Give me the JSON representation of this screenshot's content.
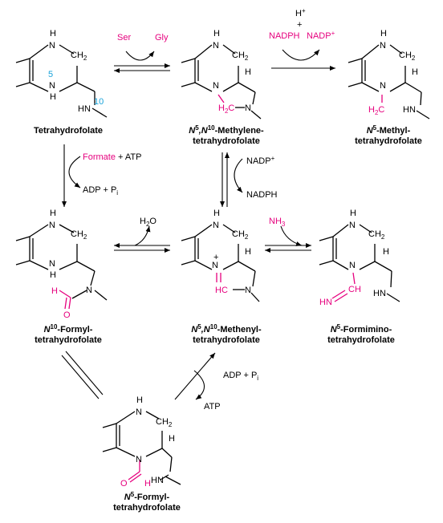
{
  "labels": {
    "h": "H",
    "n": "N",
    "ch2": "CH",
    "two": "2",
    "plus": "+",
    "o": "O",
    "n5": "5",
    "n10": "10",
    "hn": "HN",
    "h2c": "H",
    "h2c_c": "C",
    "h3c": "H",
    "h3c_c": "C",
    "hc": "HC",
    "ch": "CH",
    "n_italic": "N"
  },
  "compounds": {
    "thf": {
      "name": "Tetrahydrofolate"
    },
    "methylene": {
      "line1_prefix": "N",
      "line1_sup1": "5",
      "line1_mid": ",N",
      "line1_sup2": "10",
      "line1_suffix": "-Methylene-",
      "line2": "tetrahydrofolate"
    },
    "methyl": {
      "line1_prefix": "N",
      "line1_sup": "5",
      "line1_suffix": "-Methyl-",
      "line2": "tetrahydrofolate"
    },
    "formyl10": {
      "line1_prefix": "N",
      "line1_sup": "10",
      "line1_suffix": "-Formyl-",
      "line2": "tetrahydrofolate"
    },
    "methenyl": {
      "line1_prefix": "N",
      "line1_sup1": "5",
      "line1_mid": ",N",
      "line1_sup2": "10",
      "line1_suffix": "-Methenyl-",
      "line2": "tetrahydrofolate"
    },
    "formimino": {
      "line1_prefix": "N",
      "line1_sup": "5",
      "line1_suffix": "-Formimino-",
      "line2": "tetrahydrofolate"
    },
    "formyl5": {
      "line1_prefix": "N",
      "line1_sup": "5",
      "line1_suffix": "-Formyl-",
      "line2": "tetrahydrofolate"
    }
  },
  "reagents": {
    "ser": "Ser",
    "gly": "Gly",
    "hplus": "H",
    "hplus_sup": "+",
    "plus_sign": "+",
    "nadph": "NADPH",
    "nadp": "NADP",
    "nadp_sup": "+",
    "formate": "Formate",
    "plus_atp": " + ATP",
    "adp_pi": "ADP + P",
    "pi_sub": "i",
    "nadp_plus": "NADP",
    "nadp_plus_sup": "+",
    "nadph2": "NADPH",
    "h2o_h": "H",
    "h2o_2": "2",
    "h2o_o": "O",
    "nh3_nh": "NH",
    "nh3_3": "3",
    "adp_pi2": "ADP + P",
    "pi_sub2": "i",
    "atp": "ATP"
  },
  "colors": {
    "highlight": "#e6007e",
    "locant": "#1aa3d9",
    "ink": "#000000"
  }
}
